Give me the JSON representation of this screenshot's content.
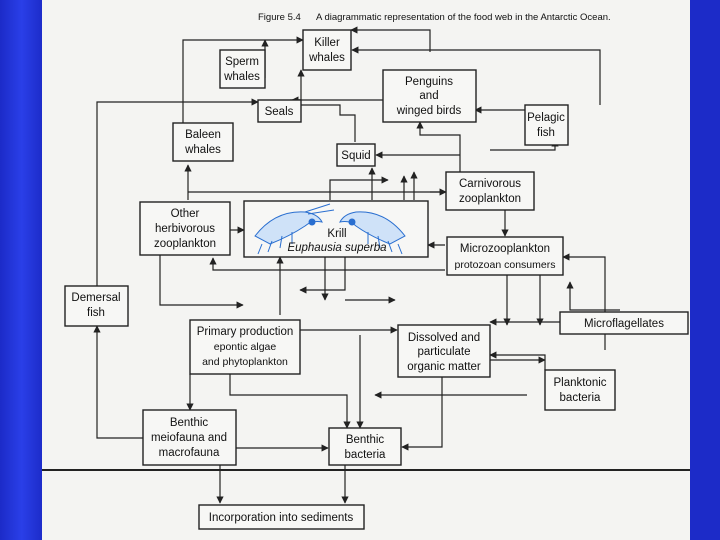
{
  "figure": {
    "number": "Figure 5.4",
    "caption": "A diagrammatic representation of the food web in the Antarctic Ocean."
  },
  "nodes": {
    "killer_whales": [
      "Killer",
      "whales"
    ],
    "sperm_whales": [
      "Sperm",
      "whales"
    ],
    "penguins": [
      "Penguins",
      "and",
      "winged birds"
    ],
    "seals": [
      "Seals"
    ],
    "pelagic_fish": [
      "Pelagic",
      "fish"
    ],
    "baleen_whales": [
      "Baleen",
      "whales"
    ],
    "squid": [
      "Squid"
    ],
    "carnivorous_zoo": [
      "Carnivorous",
      "zooplankton"
    ],
    "other_herbivorous": [
      "Other",
      "herbivorous",
      "zooplankton"
    ],
    "krill": [
      "Krill",
      "Euphausia superba"
    ],
    "microzooplankton": [
      "Microzooplankton",
      "protozoan consumers"
    ],
    "demersal_fish": [
      "Demersal",
      "fish"
    ],
    "primary_production": [
      "Primary production",
      "epontic algae",
      "and phytoplankton"
    ],
    "dissolved_matter": [
      "Dissolved and",
      "particulate",
      "organic matter"
    ],
    "microflagellates": [
      "Microflagellates"
    ],
    "planktonic_bacteria": [
      "Planktonic",
      "bacteria"
    ],
    "benthic_fauna": [
      "Benthic",
      "meiofauna and",
      "macrofauna"
    ],
    "benthic_bacteria": [
      "Benthic",
      "bacteria"
    ],
    "sediments": [
      "Incorporation  into sediments"
    ]
  }
}
